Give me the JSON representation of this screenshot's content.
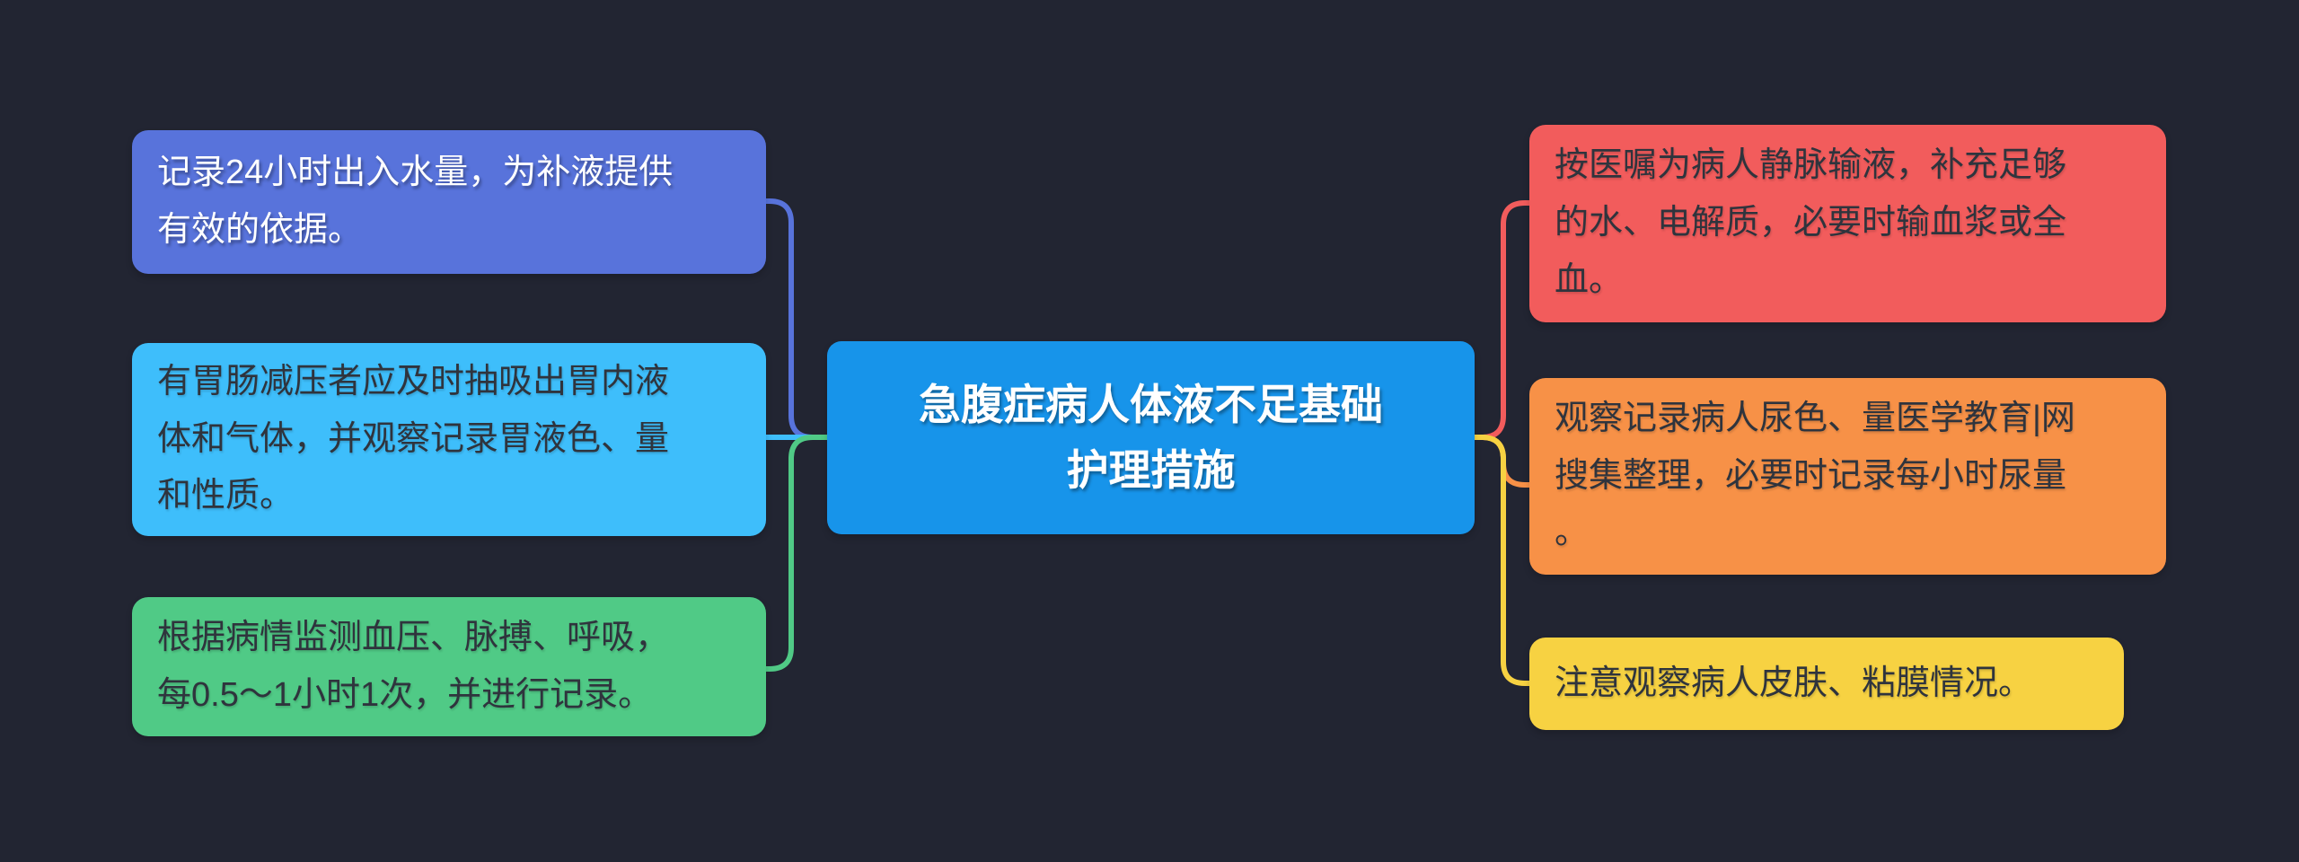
{
  "palette": {
    "background": "#222532"
  },
  "center_node": {
    "label": "急腹症病人体液不足基础\n护理措施",
    "bg": "#1794ea",
    "text": "#ffffff"
  },
  "left_branches": [
    {
      "id": "intake-output-record",
      "label": "记录24小时出入水量，为补液提供\n有效的依据。",
      "bg": "#5873db",
      "text": "#ffffff"
    },
    {
      "id": "gastric-decompression",
      "label": "有胃肠减压者应及时抽吸出胃内液\n体和气体，并观察记录胃液色、量\n和性质。",
      "bg": "#3ebefb",
      "text": "#2f343d"
    },
    {
      "id": "vital-signs-monitoring",
      "label": "根据病情监测血压、脉搏、呼吸，\n每0.5～1小时1次，并进行记录。",
      "bg": "#50ca86",
      "text": "#2f343d"
    }
  ],
  "right_branches": [
    {
      "id": "iv-infusion",
      "label": "按医嘱为病人静脉输液，补充足够\n的水、电解质，必要时输血浆或全\n血。",
      "bg": "#f25c5c",
      "text": "#2f343d"
    },
    {
      "id": "urine-observation",
      "label": "观察记录病人尿色、量医学教育|网\n搜集整理，必要时记录每小时尿量\n。",
      "bg": "#f79147",
      "text": "#2f343d"
    },
    {
      "id": "skin-mucosa-observation",
      "label": "注意观察病人皮肤、粘膜情况。",
      "bg": "#f7d242",
      "text": "#2f343d"
    }
  ]
}
